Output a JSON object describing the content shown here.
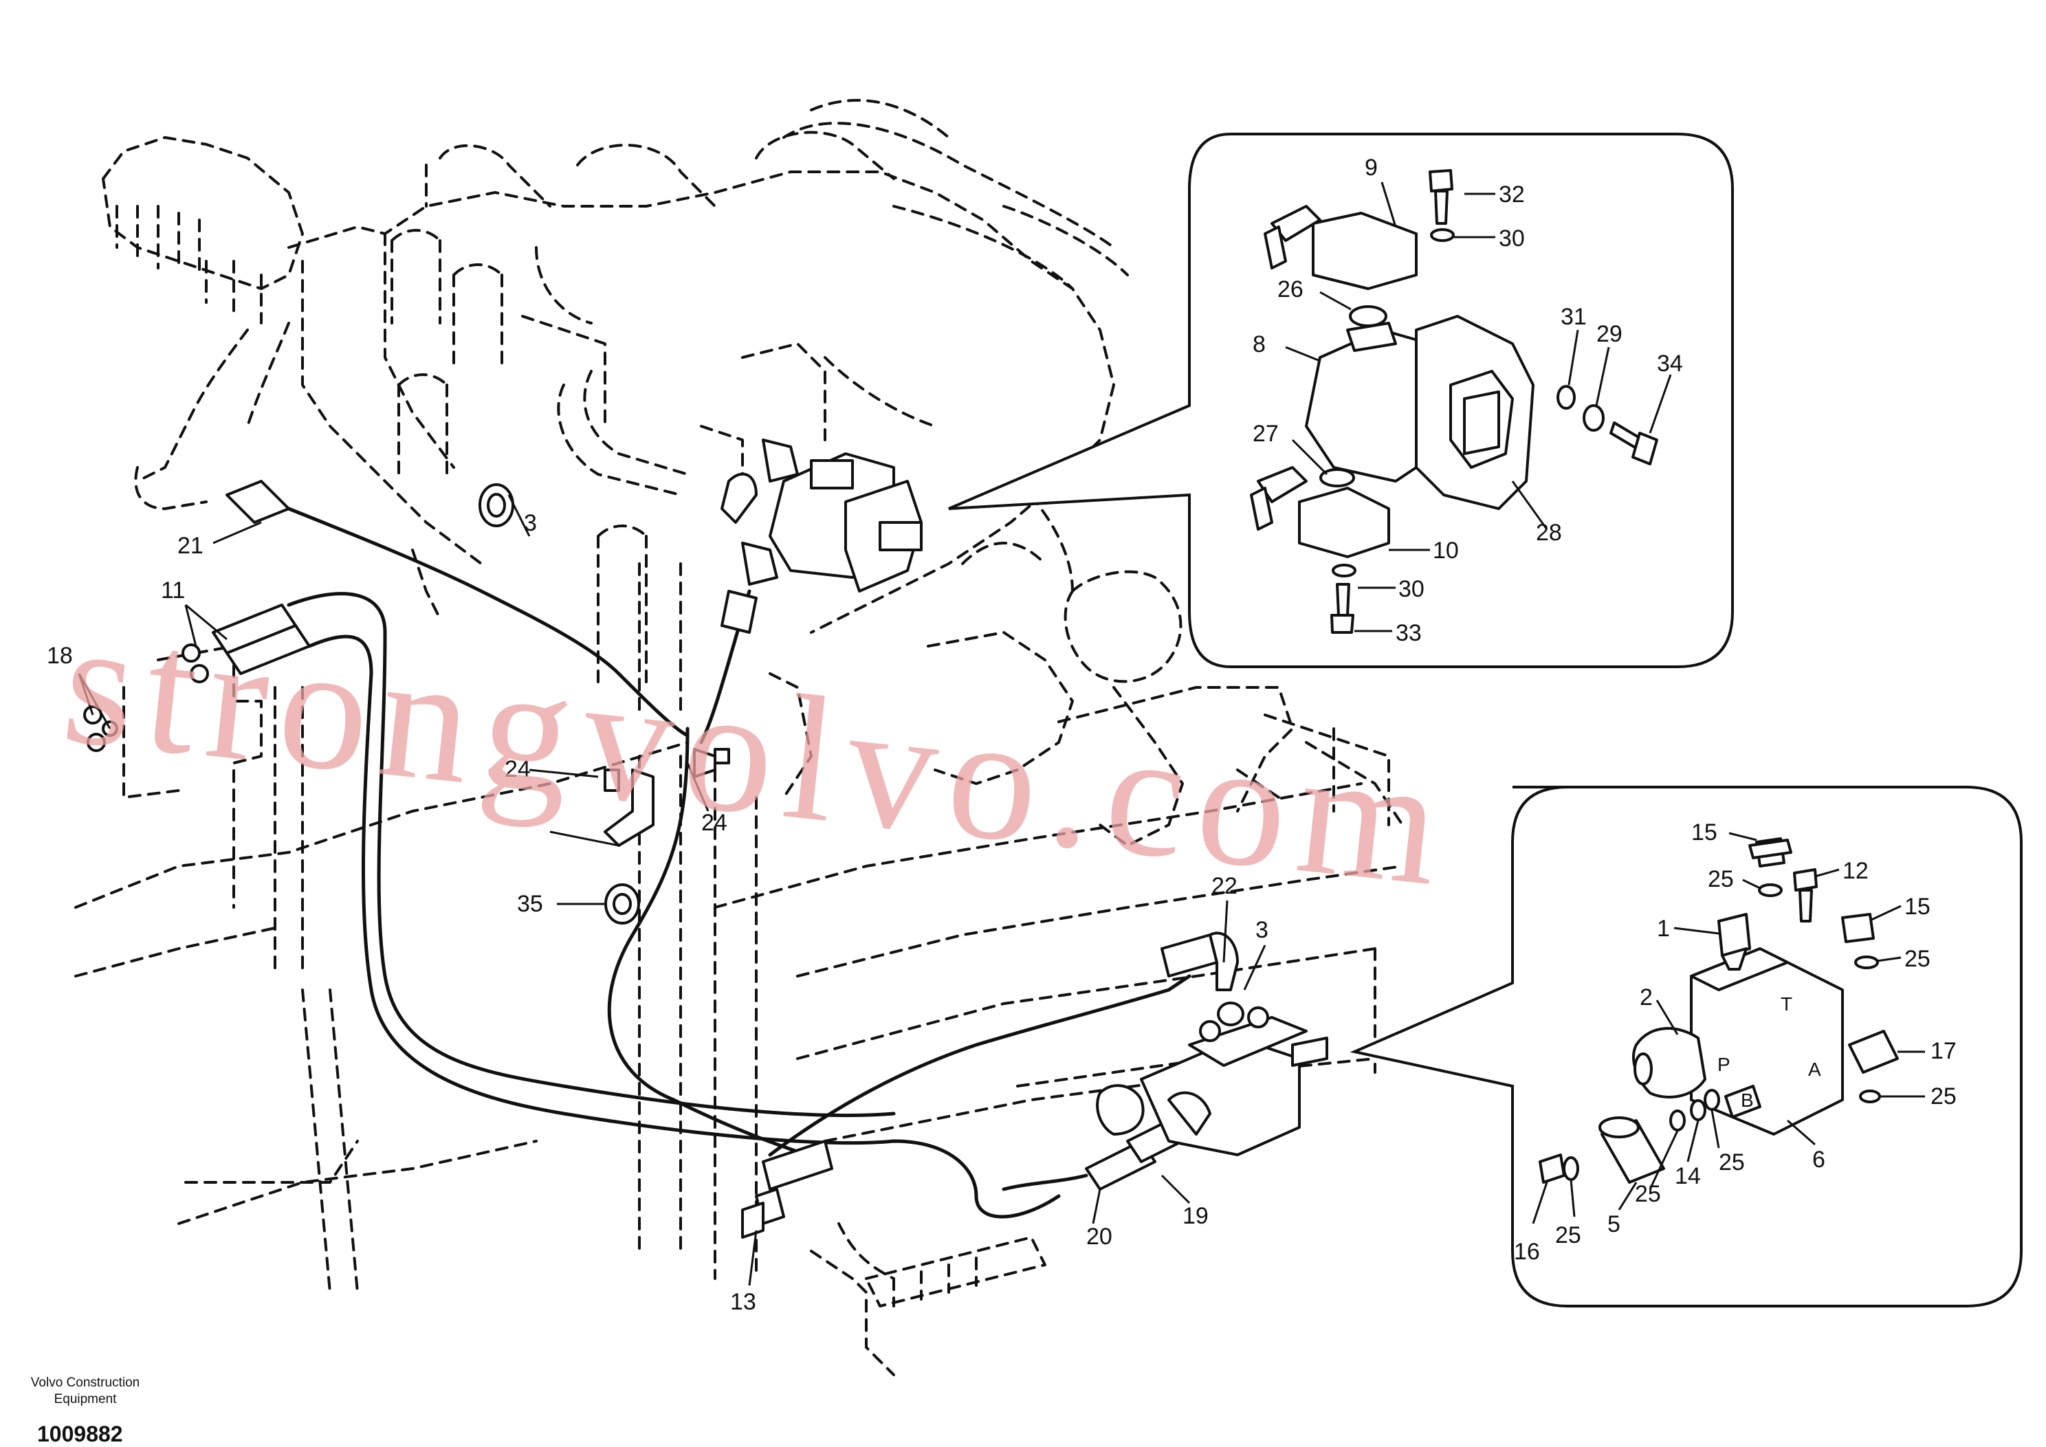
{
  "callouts": [
    {
      "id": "c21",
      "label": "21"
    },
    {
      "id": "c3a",
      "label": "3"
    },
    {
      "id": "c11",
      "label": "11"
    },
    {
      "id": "c18",
      "label": "18"
    },
    {
      "id": "c24a",
      "label": "24"
    },
    {
      "id": "c24b",
      "label": "24"
    },
    {
      "id": "c35",
      "label": "35"
    },
    {
      "id": "c22",
      "label": "22"
    },
    {
      "id": "c3b",
      "label": "3"
    },
    {
      "id": "c20",
      "label": "20"
    },
    {
      "id": "c19",
      "label": "19"
    },
    {
      "id": "c13",
      "label": "13"
    }
  ],
  "inset_top": [
    {
      "id": "i9",
      "label": "9"
    },
    {
      "id": "i32",
      "label": "32"
    },
    {
      "id": "i30a",
      "label": "30"
    },
    {
      "id": "i26",
      "label": "26"
    },
    {
      "id": "i8",
      "label": "8"
    },
    {
      "id": "i31",
      "label": "31"
    },
    {
      "id": "i29",
      "label": "29"
    },
    {
      "id": "i34",
      "label": "34"
    },
    {
      "id": "i27",
      "label": "27"
    },
    {
      "id": "i28",
      "label": "28"
    },
    {
      "id": "i10",
      "label": "10"
    },
    {
      "id": "i30b",
      "label": "30"
    },
    {
      "id": "i33",
      "label": "33"
    }
  ],
  "inset_bottom": [
    {
      "id": "b15a",
      "label": "15"
    },
    {
      "id": "b12",
      "label": "12"
    },
    {
      "id": "b25a",
      "label": "25"
    },
    {
      "id": "b1",
      "label": "1"
    },
    {
      "id": "b15b",
      "label": "15"
    },
    {
      "id": "b25b",
      "label": "25"
    },
    {
      "id": "b2",
      "label": "2"
    },
    {
      "id": "b17",
      "label": "17"
    },
    {
      "id": "b25c",
      "label": "25"
    },
    {
      "id": "b6",
      "label": "6"
    },
    {
      "id": "b25d",
      "label": "25"
    },
    {
      "id": "b14",
      "label": "14"
    },
    {
      "id": "b25e",
      "label": "25"
    },
    {
      "id": "b5",
      "label": "5"
    },
    {
      "id": "b25f",
      "label": "25"
    },
    {
      "id": "b16",
      "label": "16"
    }
  ],
  "port_labels": {
    "p": "P",
    "b": "B",
    "a": "A",
    "t": "T"
  },
  "watermark": "strongvolvo.com",
  "footer": {
    "org_line1": "Volvo Construction",
    "org_line2": "Equipment",
    "drawing_number": "1009882"
  }
}
